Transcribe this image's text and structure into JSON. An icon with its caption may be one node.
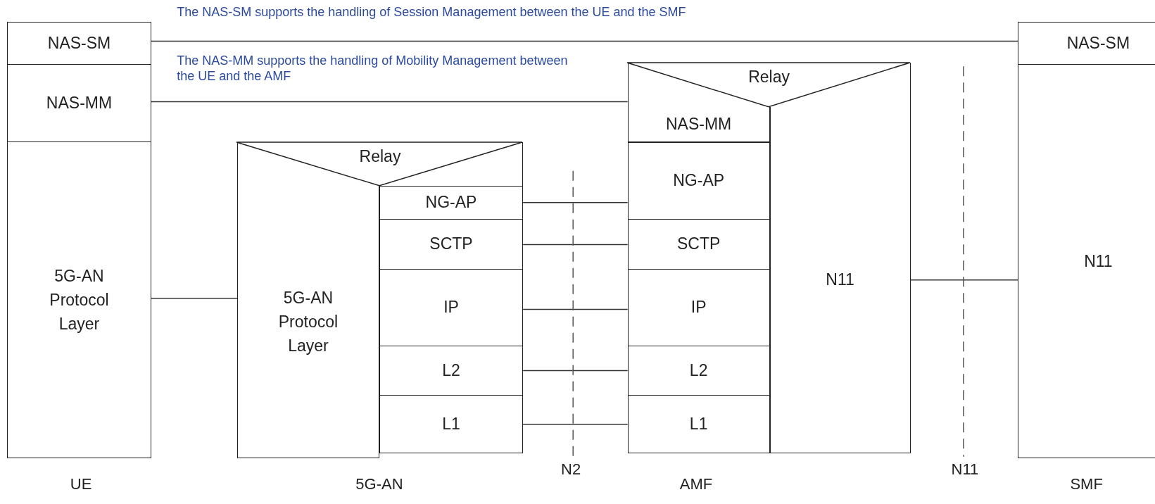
{
  "diagram": {
    "nodes": [
      {
        "text": [
          "NAS-SM"
        ]
      },
      {
        "text": [
          "NAS-MM"
        ]
      },
      {
        "text": [
          "5G-AN Protocol Layer"
        ]
      },
      {
        "text": [
          "Relay"
        ]
      },
      {
        "text": [
          "5G-AN Protocol Layer"
        ]
      },
      {
        "text": [
          "NG-AP"
        ]
      },
      {
        "text": [
          "SCTP"
        ]
      },
      {
        "text": [
          "IP"
        ]
      },
      {
        "text": [
          "L2"
        ]
      },
      {
        "text": [
          "L1"
        ]
      },
      {
        "text": [
          "Relay"
        ]
      },
      {
        "text": [
          "NAS-MM"
        ]
      },
      {
        "text": [
          "NG-AP"
        ]
      },
      {
        "text": [
          "SCTP"
        ]
      },
      {
        "text": [
          "IP"
        ]
      },
      {
        "text": [
          "L2"
        ]
      },
      {
        "text": [
          "L1"
        ]
      },
      {
        "text": [
          "N11"
        ]
      },
      {
        "text": [
          "NAS-SM"
        ]
      },
      {
        "text": [
          "N11"
        ]
      }
    ],
    "edges": [
      {
        "from": 0,
        "to": 18,
        "arrow": "none",
        "label": "The NAS-SM supports the handling of Session Management between the UE and the SMF"
      },
      {
        "from": 1,
        "to": 11,
        "arrow": "none",
        "label": "The NAS-MM supports the handling of Mobility Management between the UE and the AMF"
      },
      {
        "from": 2,
        "to": 4,
        "arrow": "none"
      },
      {
        "from": 5,
        "to": 12,
        "arrow": "none"
      },
      {
        "from": 6,
        "to": 13,
        "arrow": "none"
      },
      {
        "from": 7,
        "to": 14,
        "arrow": "none"
      },
      {
        "from": 8,
        "to": 15,
        "arrow": "none"
      },
      {
        "from": 9,
        "to": 16,
        "arrow": "none"
      },
      {
        "from": 17,
        "to": 19,
        "arrow": "none"
      }
    ],
    "labels": [
      "UE",
      "5G-AN",
      "N2",
      "AMF",
      "N11",
      "SMF"
    ]
  }
}
